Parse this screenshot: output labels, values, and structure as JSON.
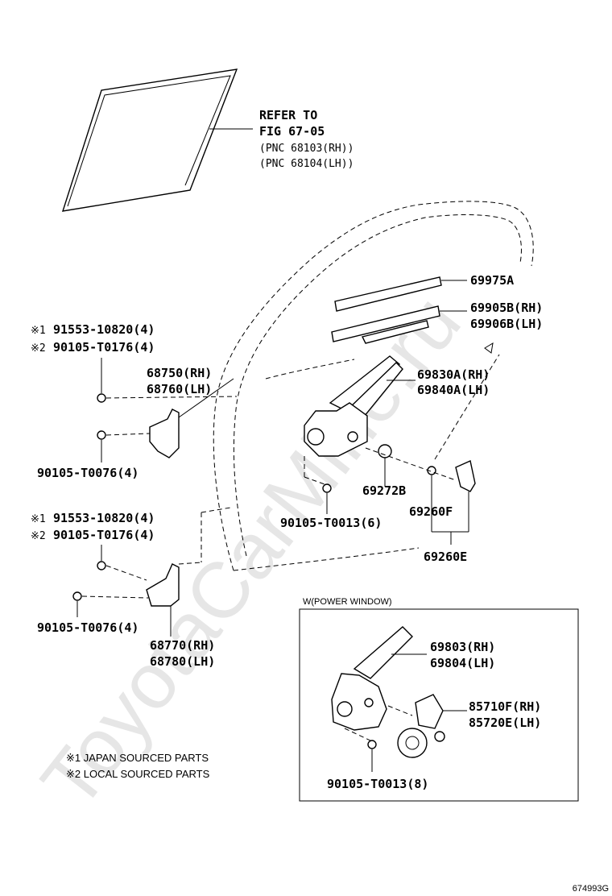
{
  "watermark": "ToyotaCarMine.ru",
  "figure_id": "674993G",
  "glass_ref": {
    "line1": "REFER TO",
    "line2": "FIG 67-05",
    "line3": "(PNC 68103(RH))",
    "line4": "(PNC 68104(LH))"
  },
  "labels": {
    "p69975A": "69975A",
    "p69905B": "69905B(RH)",
    "p69906B": "69906B(LH)",
    "p69830A": "69830A(RH)",
    "p69840A": "69840A(LH)",
    "p68750": "68750(RH)",
    "p68760": "68760(LH)",
    "p69272B": "69272B",
    "p69260F": "69260F",
    "p69260E": "69260E",
    "p90105_T0013_6": "90105-T0013(6)",
    "p90105_T0076_upper": "90105-T0076(4)",
    "p90105_T0076_lower": "90105-T0076(4)",
    "p68770": "68770(RH)",
    "p68780": "68780(LH)"
  },
  "upper_bolts": {
    "line1_mark": "※1",
    "line1": "91553-10820(4)",
    "line2_mark": "※2",
    "line2": "90105-T0176(4)"
  },
  "lower_bolts": {
    "line1_mark": "※1",
    "line1": "91553-10820(4)",
    "line2_mark": "※2",
    "line2": "90105-T0176(4)"
  },
  "power_window": {
    "title": "W(POWER WINDOW)",
    "p69803": "69803(RH)",
    "p69804": "69804(LH)",
    "p85710F": "85710F(RH)",
    "p85720E": "85720E(LH)",
    "bolt": "90105-T0013(8)"
  },
  "notes": {
    "n1": "※1 JAPAN SOURCED PARTS",
    "n2": "※2 LOCAL SOURCED PARTS"
  }
}
